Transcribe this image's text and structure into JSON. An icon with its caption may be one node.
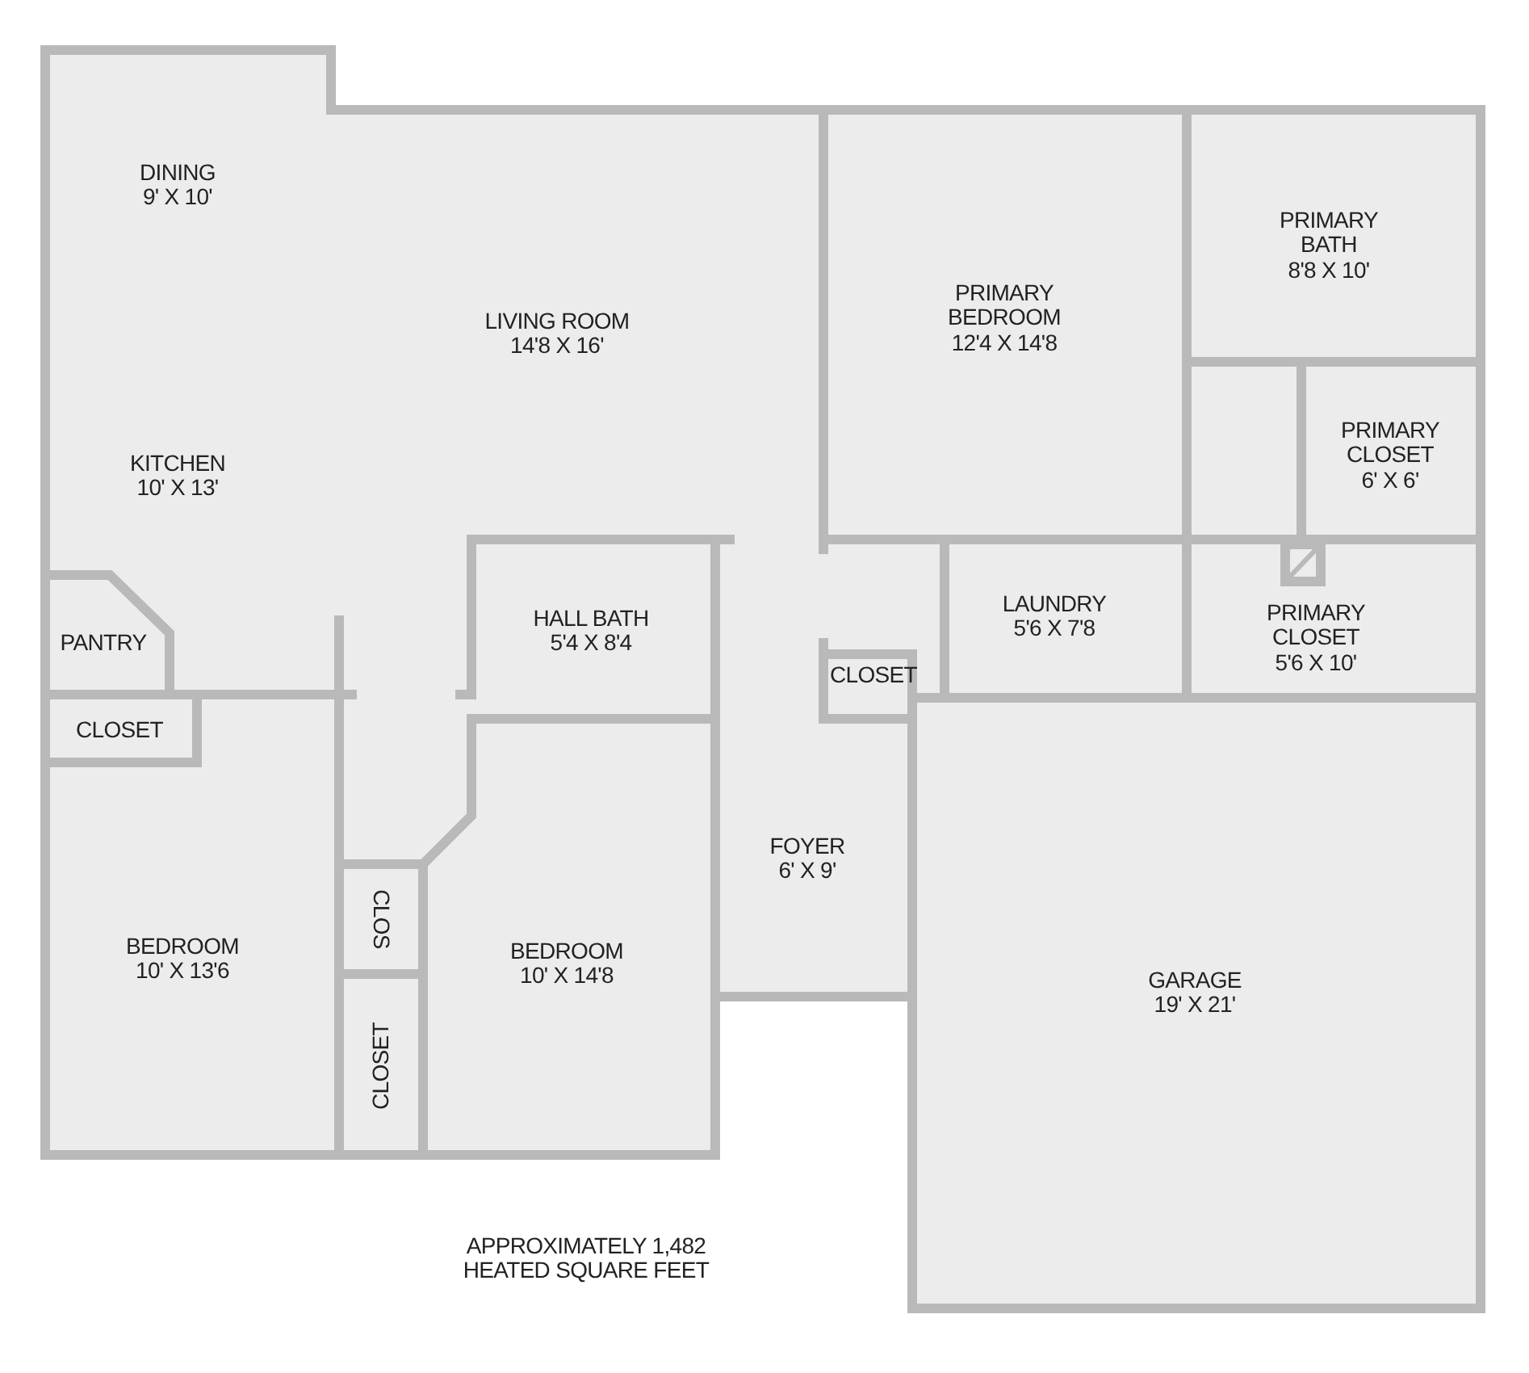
{
  "diagram": {
    "nodes": [
      {
        "text": [
          "DINING",
          "9' X 10'"
        ]
      },
      {
        "text": [
          "LIVING ROOM",
          "14'8 X 16'"
        ]
      },
      {
        "text": [
          "PRIMARY BEDROOM",
          "12'4 X 14'8"
        ]
      },
      {
        "text": [
          "PRIMARY BATH",
          "8'8 X 10'"
        ]
      },
      {
        "text": [
          "KITCHEN",
          "10' X 13'"
        ]
      },
      {
        "text": [
          "PRIMARY CLOSET",
          "6' X 6'"
        ]
      },
      {
        "text": [
          "HALL BATH",
          "5'4 X 8'4"
        ]
      },
      {
        "text": [
          "LAUNDRY",
          "5'6 X 7'8"
        ]
      },
      {
        "text": [
          "PANTRY"
        ]
      },
      {
        "text": [
          "PRIMARY CLOSET",
          "5'6 X 10'"
        ]
      },
      {
        "text": [
          "CLOSET"
        ]
      },
      {
        "text": [
          "CLOSET"
        ]
      },
      {
        "text": [
          "FOYER",
          "6' X 9'"
        ]
      },
      {
        "text": [
          "CLOS"
        ]
      },
      {
        "text": [
          "BEDROOM",
          "10' X 13'6"
        ]
      },
      {
        "text": [
          "BEDROOM",
          "10' X 14'8"
        ]
      },
      {
        "text": [
          "GARAGE",
          "19' X 21'"
        ]
      },
      {
        "text": [
          "CLOSET"
        ]
      }
    ],
    "labels": [
      "APPROXIMATELY 1,482 HEATED SQUARE FEET"
    ]
  }
}
